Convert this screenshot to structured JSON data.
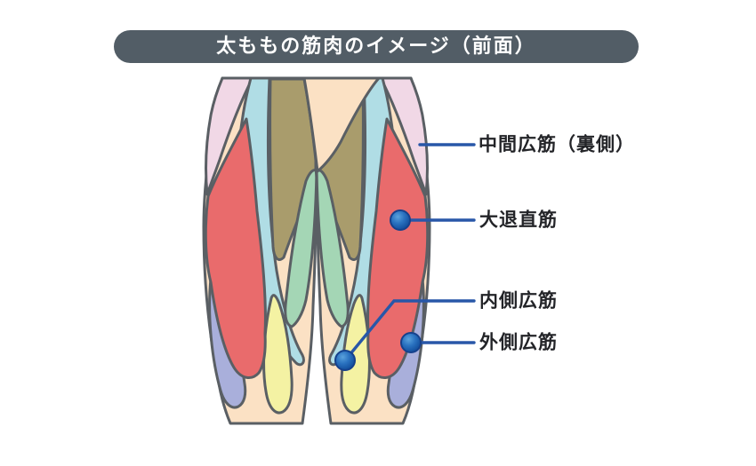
{
  "title": "太ももの筋肉のイメージ（前面）",
  "labels": {
    "vastus_intermedius": "中間広筋（裏側）",
    "rectus_femoris": "大退直筋",
    "vastus_medialis": "内側広筋",
    "vastus_lateralis": "外側広筋"
  },
  "palette": {
    "skin": "#fbe1c4",
    "pink": "#f1d8e6",
    "red": "#e96b6c",
    "lightblue": "#b0dde5",
    "olive": "#a99c6c",
    "green": "#a4d6b5",
    "yellow": "#f4f2a3",
    "purple": "#a9afdb",
    "outline": "#5a5f64",
    "leader_line": "#2857a8",
    "dot_core": "#5aa2dc",
    "dot_mid": "#2a72c0",
    "dot_edge": "#0d4694",
    "dot_rim": "#16418c",
    "banner_bg": "#525d66",
    "banner_text": "#ffffff",
    "label_text": "#232428"
  }
}
